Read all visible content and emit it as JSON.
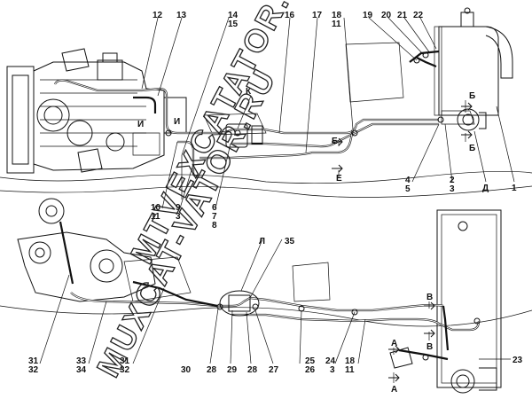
{
  "callouts_top": {
    "c12": "12",
    "c13": "13",
    "c14": "14",
    "c15": "15",
    "c16": "16",
    "c17": "17",
    "c18": "18",
    "c11a": "11",
    "c19": "19",
    "c20": "20",
    "c21": "21",
    "c22": "22",
    "cK": "К",
    "cI1": "И",
    "cI2": "И",
    "cB1": "Б",
    "cB2": "Б",
    "cE1": "Е",
    "cE2": "Е",
    "c1": "1",
    "cD": "Д",
    "c2": "2",
    "c3a": "3",
    "c4": "4",
    "c5": "5",
    "c10": "10",
    "c11b": "11",
    "c9": "9",
    "c3b": "3",
    "c6": "6",
    "c7": "7",
    "c8": "8"
  },
  "callouts_bottom": {
    "c35": "35",
    "cL": "Л",
    "cV1": "В",
    "cV2": "В",
    "cA1": "А",
    "cA2": "А",
    "c31a": "31",
    "c32a": "32",
    "c33": "33",
    "c34": "34",
    "c31b": "31",
    "c32b": "32",
    "c30": "30",
    "c28a": "28",
    "c29": "29",
    "c28b": "28",
    "c27": "27",
    "c25": "25",
    "c26": "26",
    "c24": "24",
    "c3c": "3",
    "c18b": "18",
    "c11c": "11",
    "c23": "23"
  },
  "watermark": {
    "line1": "MTVEXCATATOR.RU",
    "line2": "MUXCAT-VATOR.RU"
  }
}
